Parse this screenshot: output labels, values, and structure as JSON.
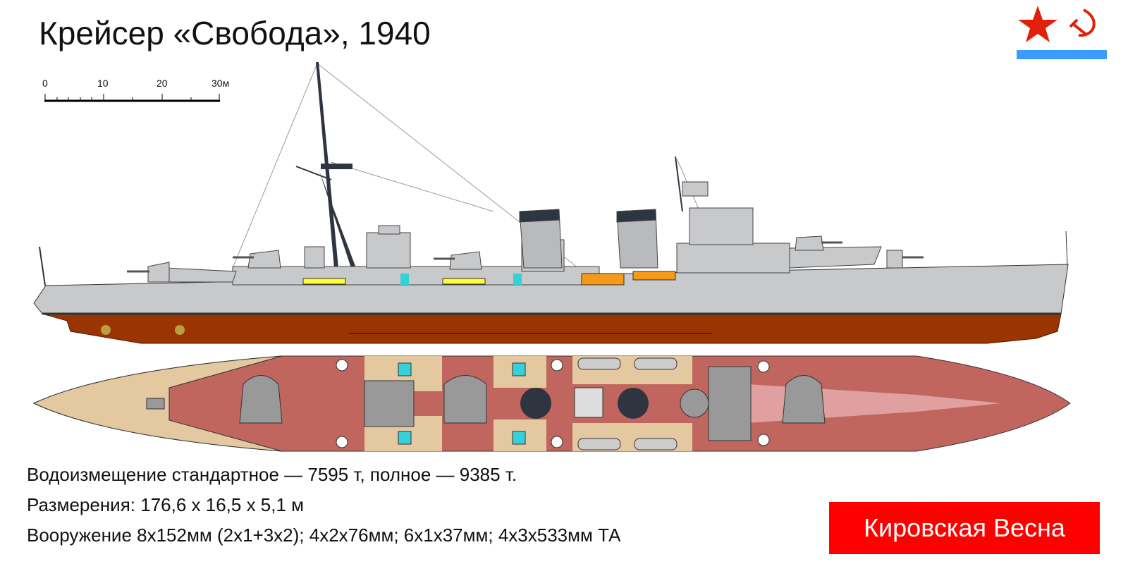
{
  "title": "Крейсер «Свобода», 1940",
  "scale": {
    "labels": [
      "0",
      "10",
      "20",
      "30м"
    ],
    "max_m": 30
  },
  "specs": {
    "displacement": "Водоизмещение стандартное — 7595 т, полное — 9385 т.",
    "dimensions": "Размерения: 176,6 x 16,5 x 5,1 м",
    "armament": "Вооружение 8x152мм (2x1+3x2); 4x2x76мм; 6x1x37мм; 4x3x533мм ТА"
  },
  "badge": "Кировская Весна",
  "colors": {
    "hull": "#c8c9cb",
    "underwater": "#9a3400",
    "deck": "#c0665e",
    "wood": "#e3c8a0",
    "flag_red": "#e0200a",
    "flag_blue": "#3a9cff"
  }
}
